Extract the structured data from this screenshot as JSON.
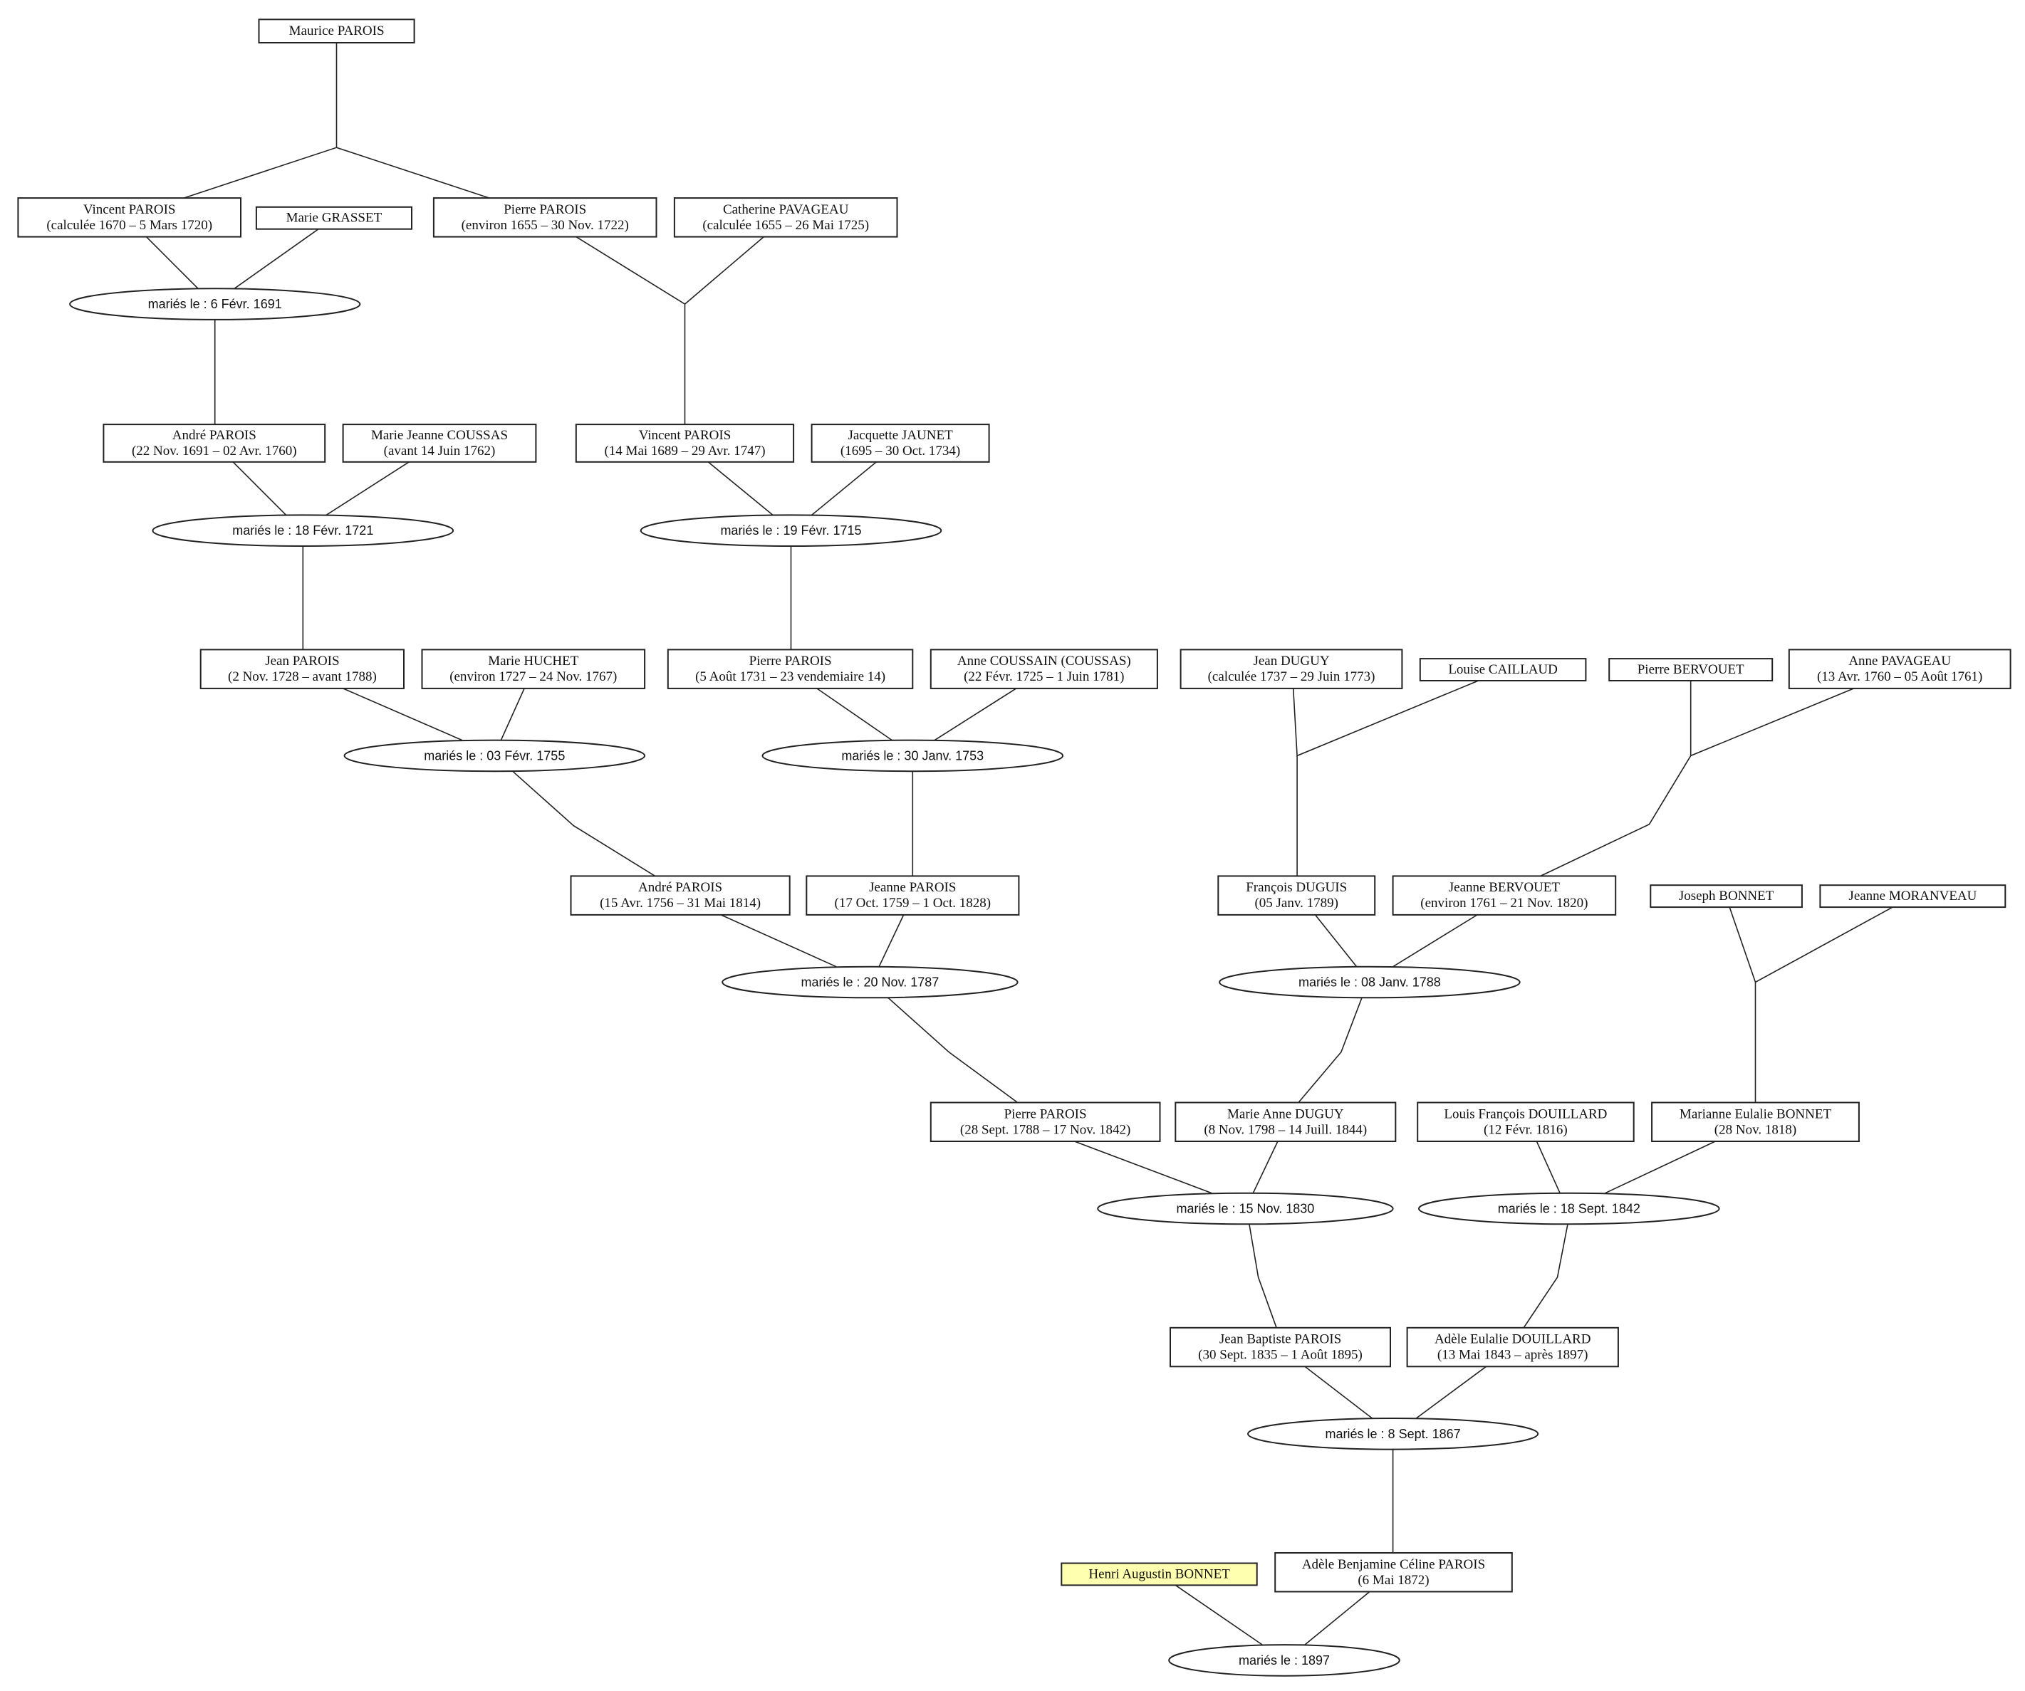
{
  "people": [
    {
      "id": "p1",
      "name": "Maurice PAROIS",
      "dates": ""
    },
    {
      "id": "p2",
      "name": "Vincent PAROIS",
      "dates": "(calculée 1670 – 5 Mars 1720)"
    },
    {
      "id": "p3",
      "name": "Marie GRASSET",
      "dates": ""
    },
    {
      "id": "p4",
      "name": "Pierre PAROIS",
      "dates": "(environ 1655 – 30 Nov. 1722)"
    },
    {
      "id": "p5",
      "name": "Catherine PAVAGEAU",
      "dates": "(calculée 1655 – 26 Mai 1725)"
    },
    {
      "id": "p6",
      "name": "André PAROIS",
      "dates": "(22 Nov. 1691 – 02 Avr. 1760)"
    },
    {
      "id": "p7",
      "name": "Marie Jeanne COUSSAS",
      "dates": "(avant 14 Juin 1762)"
    },
    {
      "id": "p8",
      "name": "Vincent PAROIS",
      "dates": "(14 Mai 1689 – 29 Avr. 1747)"
    },
    {
      "id": "p9",
      "name": "Jacquette JAUNET",
      "dates": "(1695 – 30 Oct. 1734)"
    },
    {
      "id": "p10",
      "name": "Jean PAROIS",
      "dates": "(2 Nov. 1728 – avant 1788)"
    },
    {
      "id": "p11",
      "name": "Marie HUCHET",
      "dates": "(environ 1727 – 24 Nov. 1767)"
    },
    {
      "id": "p12",
      "name": "Pierre PAROIS",
      "dates": "(5 Août 1731 – 23 vendemiaire 14)"
    },
    {
      "id": "p13",
      "name": "Anne COUSSAIN (COUSSAS)",
      "dates": "(22 Févr. 1725 – 1 Juin 1781)"
    },
    {
      "id": "p14",
      "name": "Jean DUGUY",
      "dates": "(calculée 1737 – 29 Juin 1773)"
    },
    {
      "id": "p15",
      "name": "Louise CAILLAUD",
      "dates": ""
    },
    {
      "id": "p16",
      "name": "Pierre BERVOUET",
      "dates": ""
    },
    {
      "id": "p17",
      "name": "Anne PAVAGEAU",
      "dates": "(13 Avr. 1760 – 05 Août 1761)"
    },
    {
      "id": "p18",
      "name": "André PAROIS",
      "dates": "(15 Avr. 1756 – 31 Mai 1814)"
    },
    {
      "id": "p19",
      "name": "Jeanne PAROIS",
      "dates": "(17 Oct. 1759 – 1 Oct. 1828)"
    },
    {
      "id": "p20",
      "name": "François DUGUIS",
      "dates": "(05 Janv. 1789)"
    },
    {
      "id": "p21",
      "name": "Jeanne BERVOUET",
      "dates": "(environ 1761 – 21 Nov. 1820)"
    },
    {
      "id": "p22",
      "name": "Joseph BONNET",
      "dates": ""
    },
    {
      "id": "p23",
      "name": "Jeanne MORANVEAU",
      "dates": ""
    },
    {
      "id": "p24",
      "name": "Pierre PAROIS",
      "dates": "(28 Sept. 1788 – 17 Nov. 1842)"
    },
    {
      "id": "p25",
      "name": "Marie Anne DUGUY",
      "dates": "(8 Nov. 1798 – 14 Juill. 1844)"
    },
    {
      "id": "p26",
      "name": "Louis François DOUILLARD",
      "dates": "(12 Févr. 1816)"
    },
    {
      "id": "p27",
      "name": "Marianne Eulalie BONNET",
      "dates": "(28 Nov. 1818)"
    },
    {
      "id": "p28",
      "name": "Jean Baptiste PAROIS",
      "dates": "(30 Sept. 1835 – 1 Août 1895)"
    },
    {
      "id": "p29",
      "name": "Adèle Eulalie DOUILLARD",
      "dates": "(13 Mai 1843 – après 1897)"
    },
    {
      "id": "p30",
      "name": "Henri Augustin BONNET",
      "dates": "",
      "highlight": true
    },
    {
      "id": "p31",
      "name": "Adèle Benjamine Céline PAROIS",
      "dates": "(6 Mai 1872)"
    }
  ],
  "marriages": [
    {
      "id": "m1",
      "label": "mariés le : 6 Févr. 1691"
    },
    {
      "id": "m2",
      "label": "mariés le : 18 Févr. 1721"
    },
    {
      "id": "m3",
      "label": "mariés le : 19 Févr. 1715"
    },
    {
      "id": "m4",
      "label": "mariés le : 03 Févr. 1755"
    },
    {
      "id": "m5",
      "label": "mariés le : 30 Janv. 1753"
    },
    {
      "id": "m6",
      "label": "mariés le : 20 Nov. 1787"
    },
    {
      "id": "m7",
      "label": "mariés le : 08 Janv. 1788"
    },
    {
      "id": "m8",
      "label": "mariés le : 15 Nov. 1830"
    },
    {
      "id": "m9",
      "label": "mariés le : 18 Sept. 1842"
    },
    {
      "id": "m10",
      "label": "mariés le : 8 Sept. 1867"
    },
    {
      "id": "m11",
      "label": "mariés le : 1897"
    }
  ]
}
